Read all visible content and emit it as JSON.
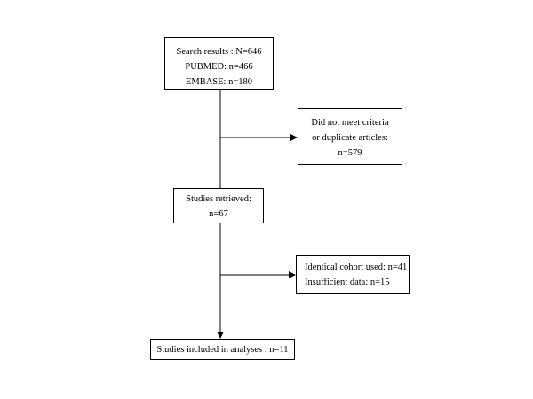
{
  "flowchart": {
    "search_results": {
      "lines": [
        "Search results : N=646",
        "PUBMED:  n=466",
        "EMBASE:  n=180"
      ]
    },
    "excluded_criteria": {
      "lines": [
        "Did not meet criteria",
        "or duplicate articles:",
        "n=579"
      ]
    },
    "studies_retrieved": {
      "lines": [
        "Studies retrieved:",
        "n=67"
      ]
    },
    "excluded_cohort": {
      "lines": [
        "Identical cohort used:  n=41",
        "Insufficient data:  n=15"
      ]
    },
    "studies_included": {
      "lines": [
        "Studies included in analyses :  n=11"
      ]
    }
  }
}
